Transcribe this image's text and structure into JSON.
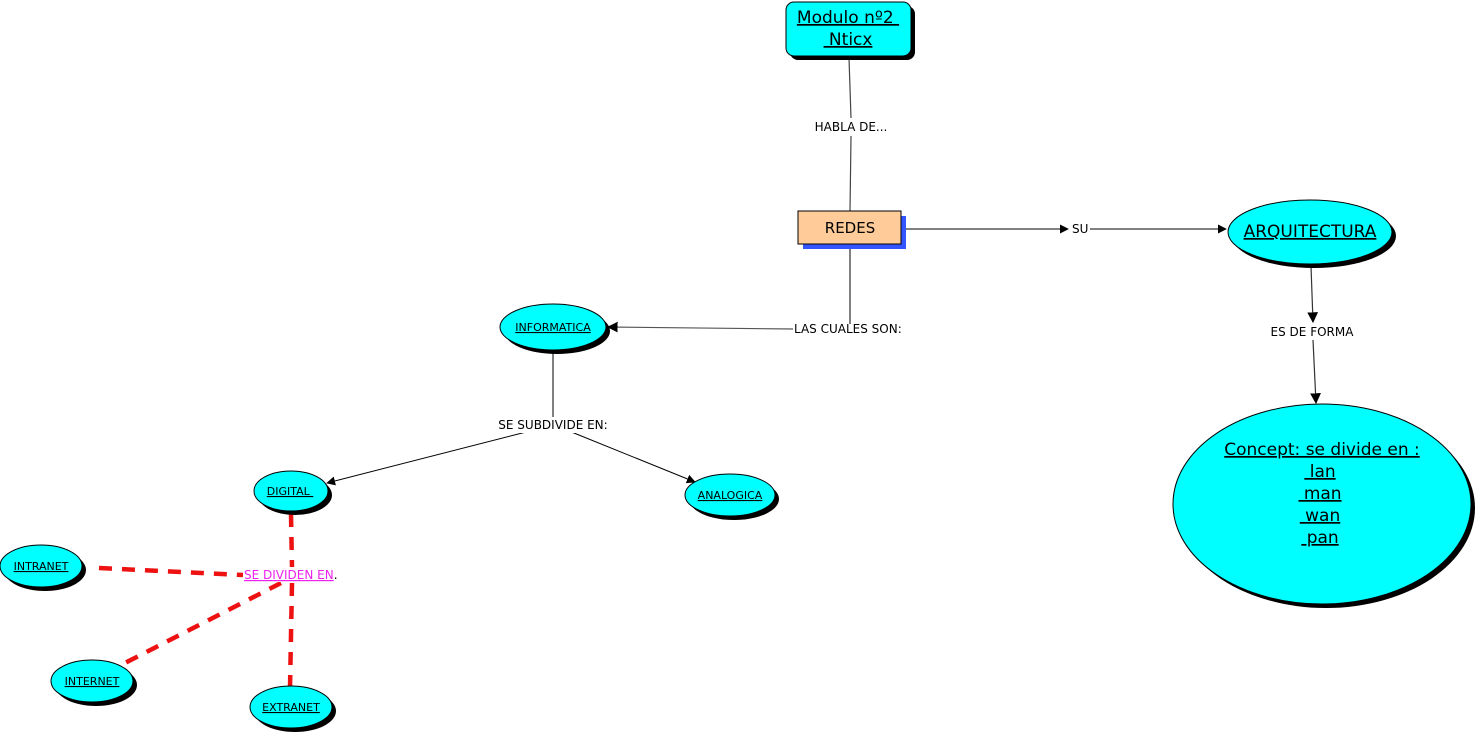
{
  "map": {
    "colors": {
      "concept_fill": "#00ffff",
      "root_fill": "#00ffff",
      "redes_fill": "#ffcc99",
      "redes_shadow": "#3355ff",
      "dashed_link": "#ee1111",
      "magenta_label": "#ee22ee",
      "line": "#000000"
    },
    "nodes": {
      "root": [
        "Modulo nº2 ",
        " Nticx"
      ],
      "redes": "REDES",
      "arquitectura": "ARQUITECTURA",
      "concept": [
        "Concept: se divide en :",
        " lan",
        " man",
        " wan",
        " pan"
      ],
      "informatica": "INFORMATICA",
      "digital": "DIGITAL ",
      "analogica": "ANALOGICA",
      "intranet": "INTRANET",
      "internet": "INTERNET",
      "extranet": "EXTRANET"
    },
    "links": {
      "habla_de": "HABLA DE...",
      "su": "SU",
      "es_de_forma": "ES DE FORMA",
      "las_cuales_son": "LAS CUALES SON:",
      "se_subdivide_en": "SE SUBDIVIDE EN:",
      "se_dividen_en": "SE DIVIDEN EN",
      "se_dividen_en_suffix": "."
    }
  }
}
